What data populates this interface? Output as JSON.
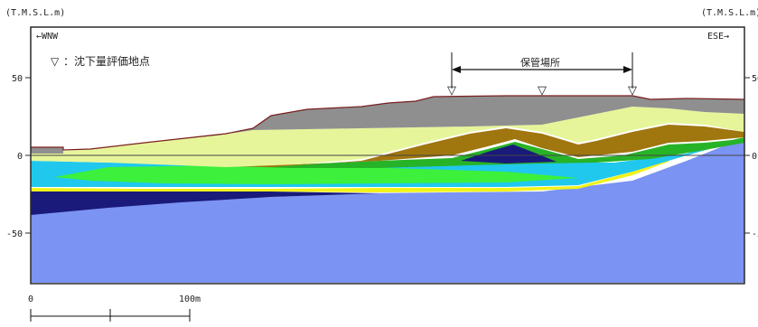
{
  "axis": {
    "unit_left": "(T.M.S.L.m)",
    "unit_right": "(T.M.S.L.m)",
    "ticks": [
      {
        "value": 50,
        "label": "50"
      },
      {
        "value": 0,
        "label": "0"
      },
      {
        "value": -50,
        "label": "-50"
      }
    ]
  },
  "direction": {
    "left": "←WNW",
    "right": "ESE→"
  },
  "legend": {
    "symbol": "▽",
    "text": "：沈下量評価地点"
  },
  "storage": {
    "label": "保管場所",
    "marker_symbol": "▽"
  },
  "scale_bar": {
    "start_label": "0",
    "end_label": "100m"
  },
  "colors": {
    "frame": "#2a2a2a",
    "surface_fill": "#8f8f8f",
    "surface_line": "#7a1f1f",
    "light_yellow": "#e6f59a",
    "brown": "#a0760f",
    "green": "#27b327",
    "bright_green": "#3cf03c",
    "navy": "#1a1a7a",
    "cyan": "#20c8ee",
    "yellow": "#f2f21a",
    "bedrock": "#7b93f2",
    "sea": "#bcd4f0"
  }
}
